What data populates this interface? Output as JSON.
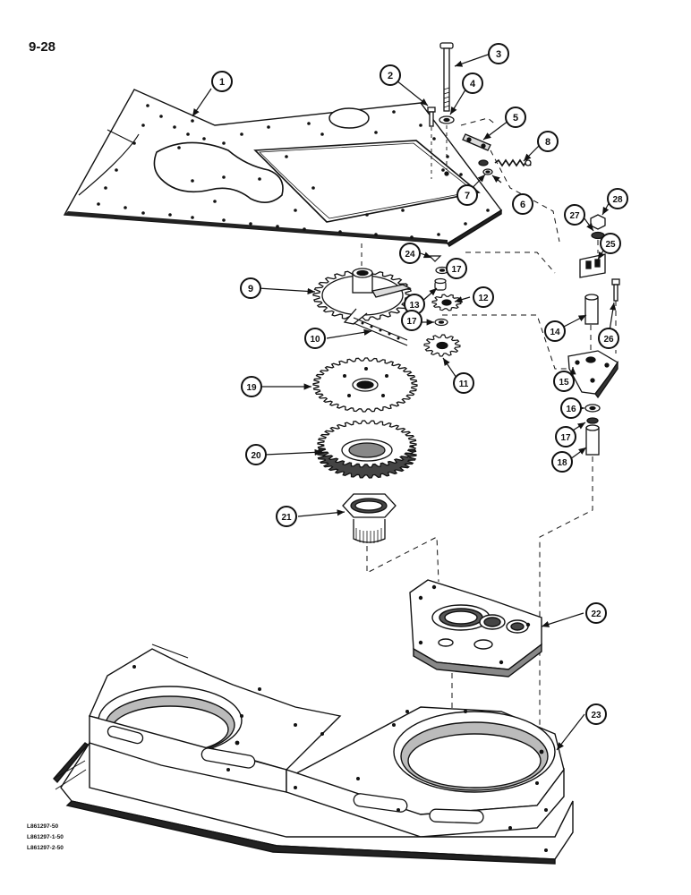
{
  "page_number": "9-28",
  "reference_codes": [
    "L861297-50",
    "L861297-1-50",
    "L861297-2-50"
  ],
  "callouts": [
    "1",
    "2",
    "3",
    "4",
    "5",
    "6",
    "7",
    "8",
    "9",
    "10",
    "11",
    "12",
    "13",
    "14",
    "15",
    "16",
    "17",
    "17",
    "17",
    "18",
    "19",
    "20",
    "21",
    "22",
    "23",
    "24",
    "25",
    "26",
    "27",
    "28"
  ]
}
